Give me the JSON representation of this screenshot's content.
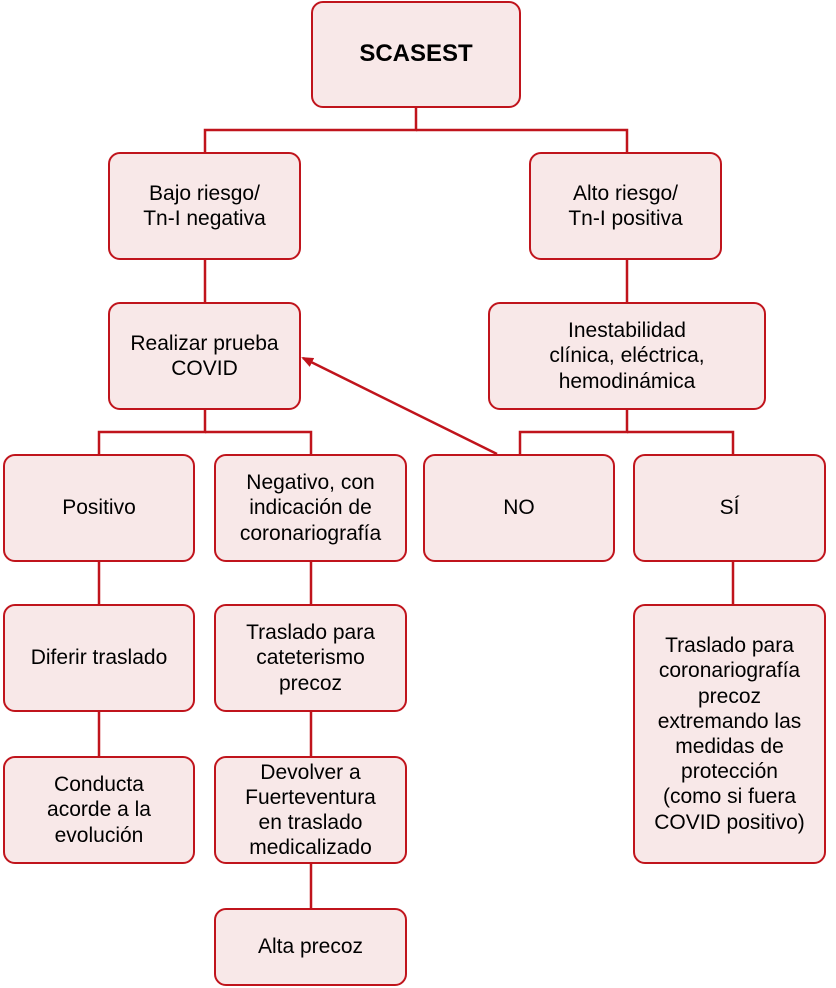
{
  "colors": {
    "border": "#c0141c",
    "fill": "#f8e8e8",
    "text": "#000000"
  },
  "nodes": {
    "root": "SCASEST",
    "low_risk": "Bajo riesgo/\nTn-I negativa",
    "high_risk": "Alto riesgo/\nTn-I positiva",
    "covid_test": "Realizar prueba\nCOVID",
    "instability": "Inestabilidad\nclínica, eléctrica,\nhemodinámica",
    "positive": "Positivo",
    "negative_cath": "Negativo, con\nindicación de\ncoronariografía",
    "no": "NO",
    "yes": "SÍ",
    "defer": "Diferir traslado",
    "transfer_cath": "Traslado para\ncateterismo\nprecoz",
    "transfer_coronary": "Traslado para\ncoronariografía\nprecoz\nextremando las\nmedidas de\nprotección\n(como si fuera\nCOVID positivo)",
    "conduct": "Conducta\nacorde a la\nevolución",
    "return": "Devolver a\nFuerteventura\nen traslado\nmedicalizado",
    "early_discharge": "Alta precoz"
  }
}
